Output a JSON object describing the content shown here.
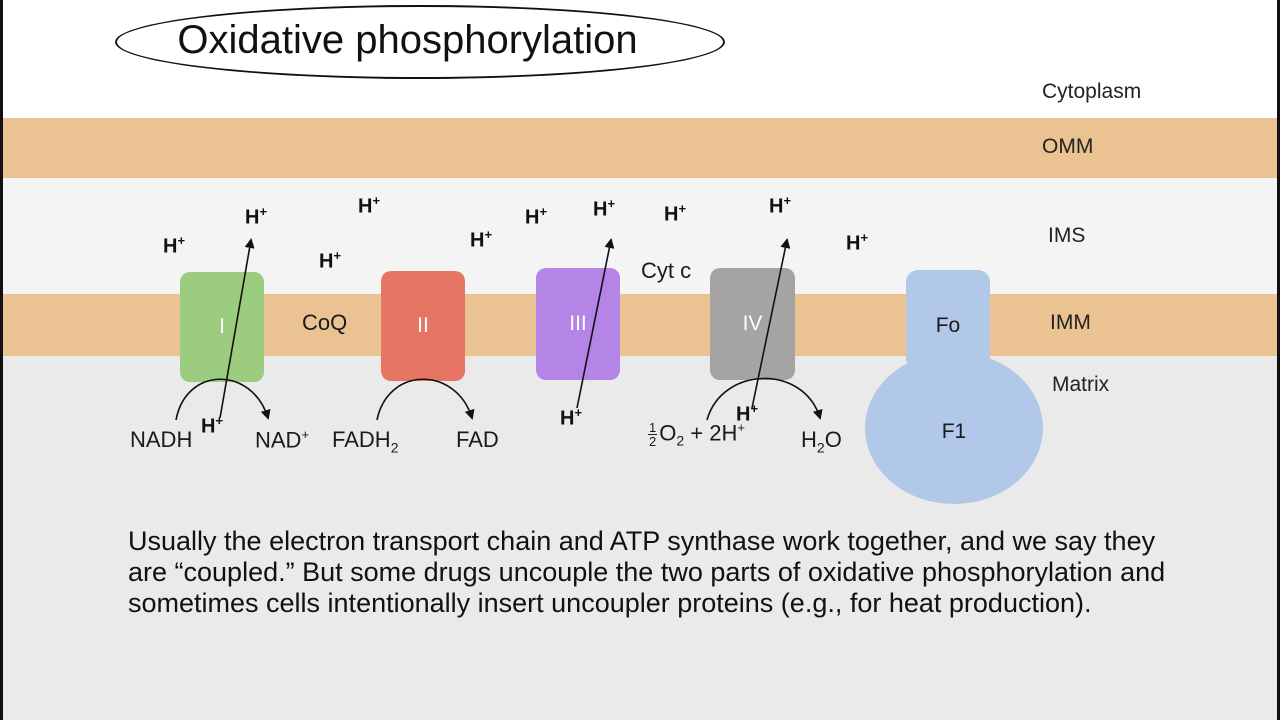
{
  "title": "Oxidative phosphorylation",
  "regions": {
    "cytoplasm": "Cytoplasm",
    "omm": "OMM",
    "ims": "IMS",
    "imm": "IMM",
    "matrix": "Matrix"
  },
  "complexes": {
    "c1": "I",
    "c2": "II",
    "c3": "III",
    "c4": "IV",
    "fo": "Fo",
    "f1": "F1"
  },
  "carriers": {
    "coq": "CoQ",
    "cytc": "Cyt c"
  },
  "reactions": {
    "nadh": "NADH",
    "nad_base": "NAD",
    "nad_sup": "+",
    "fadh_base": "FADH",
    "fadh_sub": "2",
    "fad": "FAD",
    "frac_num": "1",
    "frac_den": "2",
    "o2_base": "O",
    "o2_sub": "2",
    "o2_rest": " + 2H",
    "o2_sup": "+",
    "h2o_h": "H",
    "h2o_sub": "2",
    "h2o_o": "O"
  },
  "proton": {
    "base": "H",
    "sup": "+"
  },
  "body_text": "Usually the electron transport chain and ATP synthase work together, and we say they are “coupled.”  But some drugs uncouple the two parts of oxidative phosphorylation and sometimes cells intentionally insert uncoupler proteins (e.g., for heat production).",
  "colors": {
    "membrane": "#ebc392",
    "ims": "#f4f4f4",
    "matrix": "#eaeaea",
    "complex_I": "#9ccc7f",
    "complex_II": "#e77563",
    "complex_III": "#b484e6",
    "complex_IV": "#a6a3a3",
    "atp_synthase": "#b1c8e8"
  }
}
